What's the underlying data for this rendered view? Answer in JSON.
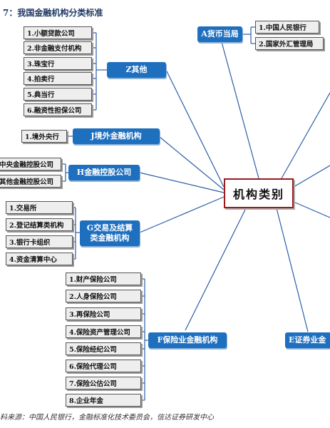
{
  "title": "7：我国金融机构分类标准",
  "center": "机构类别",
  "categories": {
    "a": "A货币当局",
    "z": "Z其他",
    "j": "J境外金融机构",
    "h": "H金融控股公司",
    "g": "G交易及结算\n类金融机构",
    "f": "F保险业金融机构",
    "e": "E证券业金"
  },
  "items": {
    "a": [
      "1.中国人民银行",
      "2.国家外汇管理局"
    ],
    "z": [
      "1.小额贷款公司",
      "2.非金融支付机构",
      "3.珠宝行",
      "4.拍卖行",
      "5.典当行",
      "6.融资性担保公司"
    ],
    "j": [
      "1.境外央行"
    ],
    "h": [
      "中央金融控股公司",
      "其他金融控股公司"
    ],
    "g": [
      "1.交易所",
      "2.登记结算类机构",
      "3.银行卡组织",
      "4.资金清算中心"
    ],
    "f": [
      "1.财产保险公司",
      "2.人身保险公司",
      "3.再保险公司",
      "4.保险资产管理公司",
      "5.保险经纪公司",
      "6.保险代理公司",
      "7.保险公估公司",
      "8.企业年金"
    ]
  },
  "source": "料来源：中国人民银行，金融标准化技术委员会，信达证券研发中心",
  "colors": {
    "category": "#1f6fbf",
    "center_border": "#9c1a1a",
    "line": "#2a5ea8"
  }
}
